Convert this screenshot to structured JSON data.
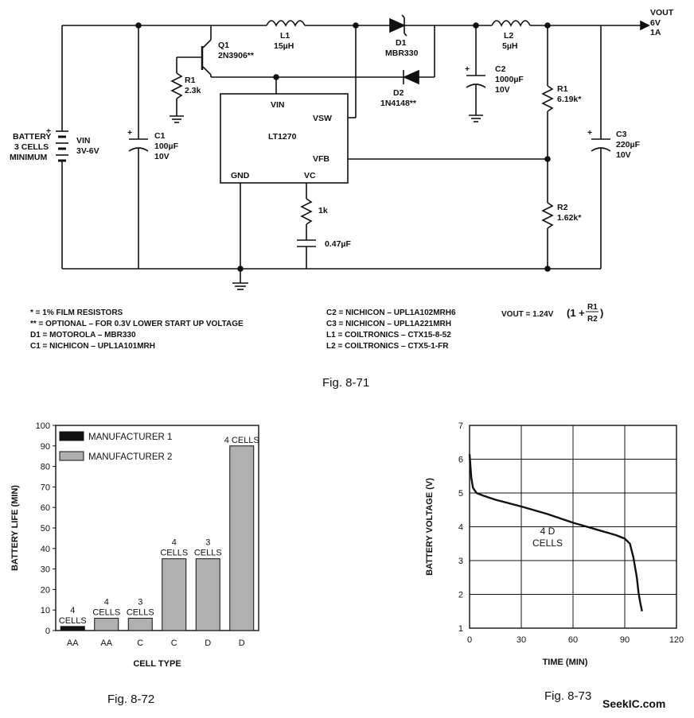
{
  "figure_8_71": {
    "caption": "Fig. 8-71",
    "vout": {
      "label": "VOUT",
      "voltage": "6V",
      "current": "1A"
    },
    "battery": {
      "line1": "BATTERY",
      "line2": "3 CELLS",
      "line3": "MINIMUM",
      "vin": "VIN",
      "range": "3V-6V"
    },
    "components": {
      "q1": {
        "ref": "Q1",
        "part": "2N3906**"
      },
      "r1a": {
        "ref": "R1",
        "value": "2.3k"
      },
      "c1": {
        "ref": "C1",
        "value": "100µF",
        "voltage": "10V"
      },
      "l1": {
        "ref": "L1",
        "value": "15µH"
      },
      "d1": {
        "ref": "D1",
        "part": "MBR330"
      },
      "d2": {
        "ref": "D2",
        "part": "1N4148**"
      },
      "l2": {
        "ref": "L2",
        "value": "5µH"
      },
      "c2": {
        "ref": "C2",
        "value": "1000µF",
        "voltage": "10V"
      },
      "r1b": {
        "ref": "R1",
        "value": "6.19k*"
      },
      "r2": {
        "ref": "R2",
        "value": "1.62k*"
      },
      "c3": {
        "ref": "C3",
        "value": "220µF",
        "voltage": "10V"
      },
      "rc": {
        "value": "1k"
      },
      "cc": {
        "value": "0.47µF"
      }
    },
    "ic": {
      "name": "LT1270",
      "vin": "VIN",
      "vsw": "VSW",
      "vfb": "VFB",
      "gnd": "GND",
      "vc": "VC"
    },
    "notes_left": [
      "* = 1% FILM RESISTORS",
      "** = OPTIONAL – FOR 0.3V LOWER START UP VOLTAGE",
      "D1 = MOTOROLA – MBR330",
      "C1 = NICHICON – UPL1A101MRH"
    ],
    "notes_right": [
      "C2 = NICHICON – UPL1A102MRH6",
      "C3 = NICHICON – UPL1A221MRH",
      "L1 = COILTRONICS – CTX15-8-52",
      "L2 = COILTRONICS – CTX5-1-FR"
    ],
    "formula": {
      "lhs": "VOUT = 1.24V",
      "open": "(1 +",
      "num": "R1",
      "den": "R2",
      "close": ")"
    }
  },
  "chart_data": [
    {
      "type": "bar",
      "caption": "Fig. 8-72",
      "xlabel": "CELL TYPE",
      "ylabel": "BATTERY LIFE (MIN)",
      "ylim": [
        0,
        100
      ],
      "yticks": [
        0,
        10,
        20,
        30,
        40,
        50,
        60,
        70,
        80,
        90,
        100
      ],
      "categories": [
        "AA",
        "AA",
        "C",
        "C",
        "D",
        "D"
      ],
      "values": [
        2,
        6,
        6,
        35,
        35,
        90
      ],
      "series_of_bar": [
        1,
        2,
        2,
        2,
        2,
        2
      ],
      "bar_labels": [
        [
          "4",
          "CELLS"
        ],
        [
          "4",
          "CELLS"
        ],
        [
          "3",
          "CELLS"
        ],
        [
          "4",
          "CELLS"
        ],
        [
          "3",
          "CELLS"
        ],
        [
          "4 CELLS"
        ]
      ],
      "legend": [
        {
          "name": "MANUFACTURER 1",
          "color": "#111111"
        },
        {
          "name": "MANUFACTURER 2",
          "color": "#b0b0b0"
        }
      ],
      "legend_position": "top-left"
    },
    {
      "type": "line",
      "caption": "Fig. 8-73",
      "xlabel": "TIME (MIN)",
      "ylabel": "BATTERY VOLTAGE (V)",
      "xlim": [
        0,
        120
      ],
      "ylim": [
        1,
        7
      ],
      "xticks": [
        0,
        30,
        60,
        90,
        120
      ],
      "yticks": [
        1,
        2,
        3,
        4,
        5,
        6,
        7
      ],
      "grid": true,
      "annotation": [
        "4 D",
        "CELLS"
      ],
      "x": [
        0,
        0.5,
        1,
        2,
        4,
        8,
        15,
        30,
        45,
        60,
        75,
        85,
        90,
        93,
        95,
        97,
        98,
        99,
        100
      ],
      "y": [
        6.15,
        5.8,
        5.45,
        5.15,
        5.0,
        4.92,
        4.8,
        4.6,
        4.38,
        4.12,
        3.9,
        3.75,
        3.65,
        3.5,
        3.1,
        2.5,
        2.05,
        1.75,
        1.5
      ]
    }
  ],
  "watermark": "SeekIC.com"
}
